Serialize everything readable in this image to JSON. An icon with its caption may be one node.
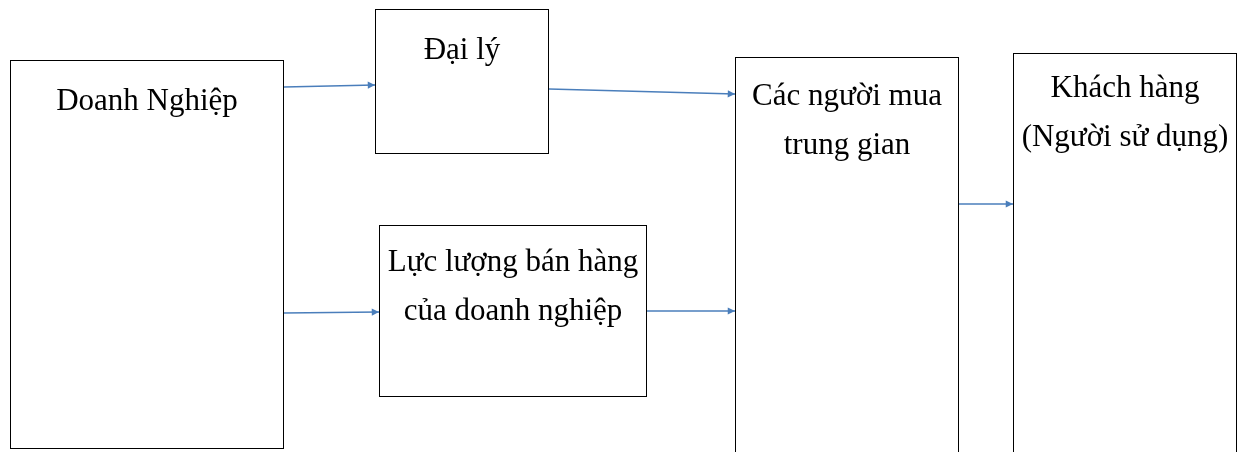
{
  "diagram": {
    "nodes": [
      {
        "text": [
          "Doanh Nghiệp"
        ]
      },
      {
        "text": [
          "Đại lý"
        ]
      },
      {
        "text": [
          "Lực lượng bán hàng của doanh nghiệp"
        ]
      },
      {
        "text": [
          "Các người mua trung gian"
        ]
      },
      {
        "text": [
          "Khách hàng (Người sử dụng)"
        ]
      }
    ],
    "edges": [
      {
        "from": 0,
        "to": 1,
        "arrow": "to"
      },
      {
        "from": 0,
        "to": 2,
        "arrow": "to"
      },
      {
        "from": 1,
        "to": 3,
        "arrow": "to"
      },
      {
        "from": 2,
        "to": 3,
        "arrow": "to"
      },
      {
        "from": 3,
        "to": 4,
        "arrow": "to"
      }
    ]
  }
}
